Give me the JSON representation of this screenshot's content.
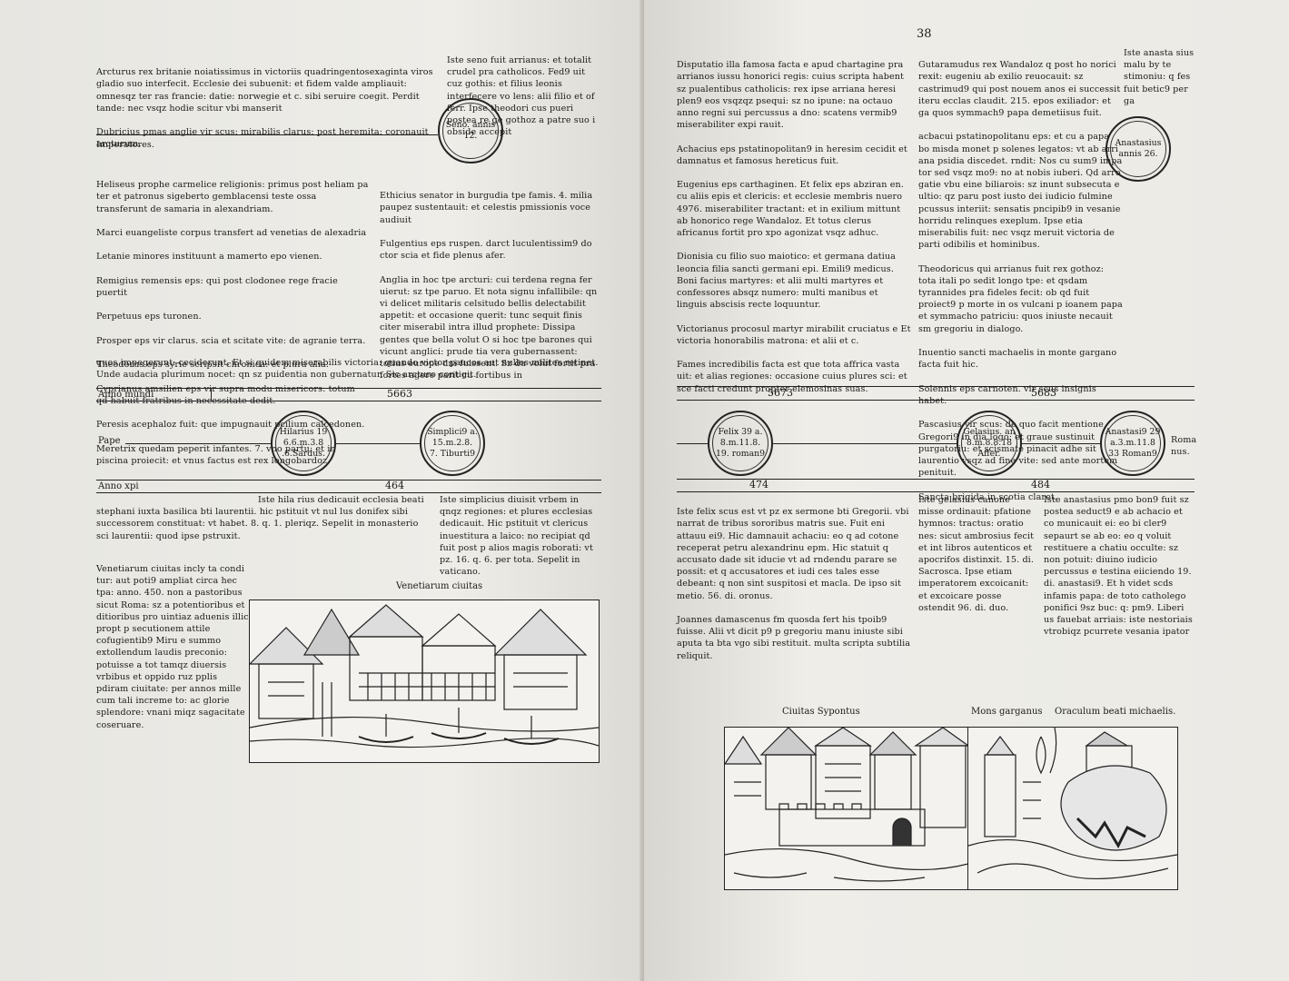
{
  "folio": "38",
  "left": {
    "block1_left": [
      "Arcturus rex britanie noiatissimus in victoriis quadringentosexaginta viros gladio suo interfecit. Ecclesie dei subuenit: et fidem valde ampliauit: omnesqz ter ras francie: datie: norwegie et c. sibi seruire coegit. Perdit tande: nec vsqz hodie scitur vbi manserit",
      "Dubricius pmas anglie vir scus: mirabilis clarus: post heremita: coronauit arcturum."
    ],
    "imperatores": "Imperatores.",
    "block1_right": "Iste seno fuit arrianus: et totalit crudel pra catholicos. Fed9 uit cuz gothis: et filius leonis interfecere vo lens: alii filio et of ferr. Ipse theodori cus pueri postea re ge gothoz a patre suo i obside accepit",
    "block2_left": [
      "Heliseus prophe carmelice religionis: primus post heliam pa ter et patronus sigeberto gemblacensi teste ossa transferunt de samaria in alexandriam.",
      "Marci euangeliste corpus transfert ad venetias de alexadria",
      "Letanie minores instituunt a mamerto epo vienen.",
      "Remigius remensis eps: qui post clodonee rege fracie puertit",
      "Perpetuus eps turonen.",
      "Prosper eps vir clarus. scia et scitate vite: de agranie terra.",
      "Theodorus eps syrie scripsit chronica: et plura alia.",
      "Cyprianus amsilien eps vir supra modu misericors: totum qd habuit fratribus in necessitate dedit.",
      "Peresis acephaloz fuit: que impugnauit pcilium calcedonen.",
      "Meretrix quedam peperit infantes. 7. vno partu: et in piscina proiecit: et vnus factus est rex longobardoz."
    ],
    "block2_right": [
      "Ethicius senator in burgudia tpe famis. 4. milia paupez sustentauit: et celestis pmissionis voce audiuit",
      "Fulgentius eps ruspen. darct luculentissim9 do ctor scia et fide plenus afer.",
      "Anglia in hoc tpe arcturi: cui terdena regna fer uierut: sz tpe paruo. Et nota signu infallibile: qn vi delicet militaris celsitudo bellis delectabilit appetit: et occasione querit: tunc sequit finis citer miserabil intra illud prophete: Dissipa gentes que bella volut O si hoc tpe barones qui vicunt anglici: prude tia vera gubernassent: totius europe dni fuissent. Sz du volut fortit pra fortes agere parit cu fortibus in"
    ],
    "block2_full": "quos impegerunt: ceciderunt. Et si quidem miserabilis victoria: quando victor paucos aut nullos milites retinet. Unde audacia plurimum nocet: qn sz puidentia non gubernatur. Sic arcturo contigit.",
    "anno_mundi": "Anno mundi",
    "year_am": "5663",
    "pape": "Pape",
    "anno_xpi": "Anno xpi",
    "year_ad": "464",
    "circle_seno": "Seno. annis\n12.",
    "circle_hilarius": "Hilarius 19\n6.6.m.3.8\n.6.Sardus.",
    "circle_simplicius": "Simplici9 a.\n15.m.2.8.\n7. Tiburti9",
    "block3_left": "Iste hila rius dedicauit ecclesia beati stephani iuxta basilica bti laurentii. hic pstituit vt nul lus donifex sibi successorem constituat: vt habet. 8. q. 1. pleriqz. Sepelit in monasterio sci laurentii: quod ipse pstruxit.",
    "block3_right": "Iste simplicius diuisit vrbem in qnqz regiones: et plures ecclesias dedicauit. Hic pstituit vt clericus inuestitura a laico: no recipiat qd fuit post p alios magis roborati: vt pz. 16. q. 6. per tota. Sepelit in vaticano.",
    "block4": "Venetiarum ciuitas incly ta condi tur: aut poti9 ampliat circa hec tpa: anno. 450. non a pastoribus sicut Roma: sz a potentioribus et ditioribus pro uintiaz aduenis illic propt p secutionem attile cofugientib9 Miru e summo extollendum laudis preconio: potuisse a tot tamqz diuersis vrbibus et oppido ruz pplis pdiram ciuitate: per annos mille cum tali increme to: ac glorie splendore: vnani miqz sagacitate coseruare.",
    "woodcut_caption": "Venetiarum ciuitas"
  },
  "right": {
    "block1_a": [
      "Disputatio illa famosa facta e apud chartagine pra arrianos iussu honorici regis: cuius scripta habent sz pualentibus catholicis: rex ipse arriana heresi plen9 eos vsqzqz psequi: sz no ipune: na octauo anno regni sui percussus a dno: scatens vermib9 miserabiliter expi rauit.",
      "Achacius eps pstatinopolitan9 in heresim cecidit et damnatus et famosus hereticus fuit.",
      "Eugenius eps carthaginen. Et felix eps abziran en. cu aliis epis et clericis: et ecclesie membris nuero 4976. miserabiliter tractant: et in exilium mittunt ab honorico rege Wandaloz. Et totus clerus africanus fortit pro xpo agonizat vsqz adhuc.",
      "Dionisia cu filio suo maiotico: et germana datiua leoncia filia sancti germani epi. Emili9 medicus. Boni facius martyres: et alii multi martyres et confessores absqz numero: multi manibus et linguis abscisis recte loquuntur.",
      "Victorianus procosul martyr mirabilit cruciatus e Et victoria honorabilis matrona: et alii et c.",
      "Fames incredibilis facta est que tota affrica vasta uit: et alias regiones: occasione cuius plures sci: et sce facti credunt propter elemosinas suas."
    ],
    "block1_b": [
      "Gutaramudus rex Wandaloz q post ho norici rexit: eugeniu ab exilio reuocauit: sz castrimud9 qui post nouem anos ei successit iteru ecclas claudit. 215. epos exiliador: et ga quos symmach9 papa demetiisus fuit.",
      "acbacui pstatinopolitanu eps: et cu a papa bo misda monet p solenes legatos: vt ab arri ana psidia discedet. rndit: Nos cu sum9 impa tor sed vsqz mo9: no at nobis iuberi. Qd arro gatie vbu eine biliarois: sz inunt subsecuta e ultio: qz paru post iusto dei iudicio fulmine pcussus interiit: sensatis pncipib9 in vesanie horridu relinques exeplum. Ipse etia miserabilis fuit: nec vsqz meruit victoria de parti odibilis et hominibus.",
      "Theodoricus qui arrianus fuit rex gothoz: tota itali po sedit longo tpe: et qsdam tyrannides pra fideles fecit: ob qd fuit proiect9 p morte in os vulcani p ioanem papa et symmacho patriciu: quos iniuste necauit sm gregoriu in dialogo.",
      "Inuentio sancti machaelis in monte gargano facta fuit hic.",
      "Solennis eps carnoten. vir scus insignis habet.",
      "Pascasius vir scus: de quo facit mentione Gregori9 in dia logo: et graue sustinuit purgatoriu: et scismate pinacit adhe sit laurentio vsqz ad fine vite: sed ante mortem penituit.",
      "Sancta brigida in scotia claret."
    ],
    "block1_c": "Iste anasta sius malu by te stimoniu: q fes fuit betic9 per ga",
    "circle_anastasius_top": "Anastasius\nannis 26.",
    "year_5673": "5673",
    "year_5683": "5683",
    "circle_felix": "Felix 39 a.\n8.m.11.8.\n19. roman9",
    "circle_gelasius": "Gelasius. an\n8.m.8.8.18\nAffer.",
    "circle_anastasius": "Anastasi9 29\na.3.m.11.8\n33 Roman9",
    "romanus": "Roma\nnus.",
    "year_474": "474",
    "year_484": "484",
    "block2_a": [
      "Iste felix scus est vt pz ex sermone bti Gregorii. vbi narrat de tribus sororibus matris sue. Fuit eni attauu ei9. Hic damnauit achaciu: eo q ad cotone receperat petru alexandrinu epm. Hic statuit q accusato dade sit iducie vt ad rndendu parare se possit: et q accusatores et iudi ces tales esse debeant: q non sint suspitosi et macla. De ipso sit metio. 56. di. oronus.",
      "Joannes damascenus fm quosda fert his tpoib9 fuisse. Alii vt dicit p9 p gregoriu manu iniuste sibi aputa ta bta vgo sibi restituit. multa scripta subtilia reliquit."
    ],
    "block2_b": "Iste gelasius canone misse ordinauit: pfatione hymnos: tractus: oratio nes: sicut ambrosius fecit et int libros autenticos et apocrifos distinxit. 15. di. Sacrosca. Ipse etiam imperatorem excoicanit: et excoicare posse ostendit 96. di. duo.",
    "block2_c": "Iste anastasius pmo bon9 fuit sz postea seduct9 e ab achacio et co municauit ei: eo bi cler9 sepaurt se ab eo: eo q voluit restituere a chatiu occulte: sz non potuit: diuino iudicio percussus e testina eiiciendo 19. di. anastasi9. Et h videt scds infamis papa: de toto catholego ponifici 9sz buc: q: pm9. Liberi us fauebat arriais: iste nestoriais vtrobiqz pcurrete vesania ipator",
    "caption_sypontus": "Ciuitas Sypontus",
    "caption_gargano": "Mons garganus",
    "caption_oraculum": "Oraculum beati michaelis."
  }
}
